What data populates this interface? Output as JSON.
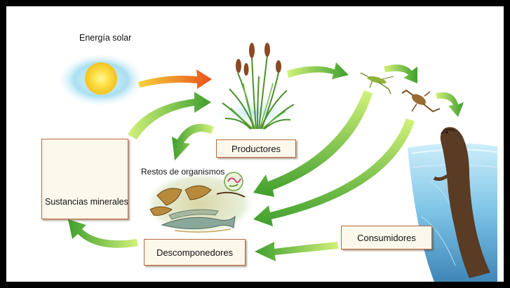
{
  "diagram": {
    "labels": {
      "solar_energy": "Energía solar",
      "producers": "Productores",
      "organism_remains": "Restos de organismos",
      "mineral_substances": "Sustancias minerales",
      "decomposers": "Descomponedores",
      "consumers": "Consumidores"
    },
    "colors": {
      "arrow_green_light": "#c8ef6a",
      "arrow_green_dark": "#4ea832",
      "solar_arrow_start": "#f6d23a",
      "solar_arrow_end": "#e8521c",
      "box_border": "#b86a3e",
      "box_fill": "#fdf8ec",
      "frame": "#000000"
    },
    "icons": [
      "sun-icon",
      "cattail-plant-icon",
      "grasshopper-icon",
      "frog-icon",
      "otter-icon",
      "decomposing-remains-icon",
      "mineral-molecules-icon",
      "bacteria-icon"
    ]
  }
}
